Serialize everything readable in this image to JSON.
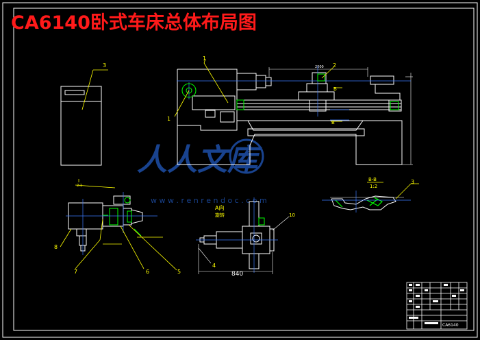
{
  "sheet": {
    "title": "CA6140卧式车床总体布局图",
    "watermark_text": "人人文库",
    "watermark_url": "w w w . r e n r e n d o c . c o m"
  },
  "colors": {
    "background": "#000000",
    "frame": "#ffffff",
    "title": "#ff1a1a",
    "part_lines": "#ffffff",
    "axis_lines": "#3d7bff",
    "leader_lines": "#ffff00",
    "hatch": "#00ff00",
    "labels": "#ffff00",
    "watermark": "#1e4fa8"
  },
  "balloons": {
    "b1": "1",
    "b1b": "1",
    "b2": "2",
    "b3": "3",
    "b3b": "3",
    "b4": "4",
    "b5": "5",
    "b6": "6",
    "b7": "7",
    "b8": "8",
    "b10": "10"
  },
  "views": {
    "section_bb": "B-B",
    "section_scale": "1:2",
    "view_a": "A向",
    "view_a_sub": "旋转",
    "dim_840": "840",
    "view_i": "I",
    "view_i_scale": "2:1",
    "view_b": "B",
    "view_b2": "B",
    "dim_top": "2000"
  },
  "title_block": {
    "drawing_no": "CA6140"
  }
}
